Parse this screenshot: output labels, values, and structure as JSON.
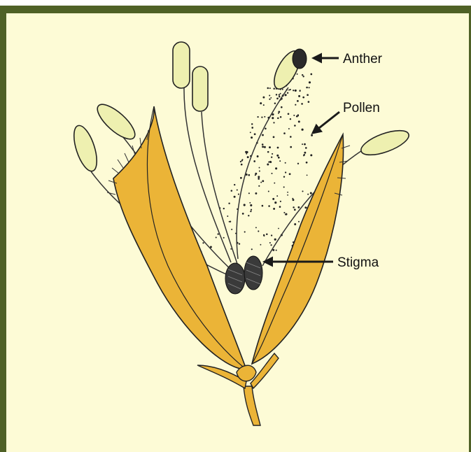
{
  "diagram": {
    "labels": {
      "anther": "Anther",
      "pollen": "Pollen",
      "stigma": "Stigma"
    }
  },
  "colors": {
    "frame": "#4f6126",
    "background": "#fdfbd6",
    "glume": "#ebb437",
    "anther": "#eef0b0",
    "ink": "#1a1a1a"
  }
}
